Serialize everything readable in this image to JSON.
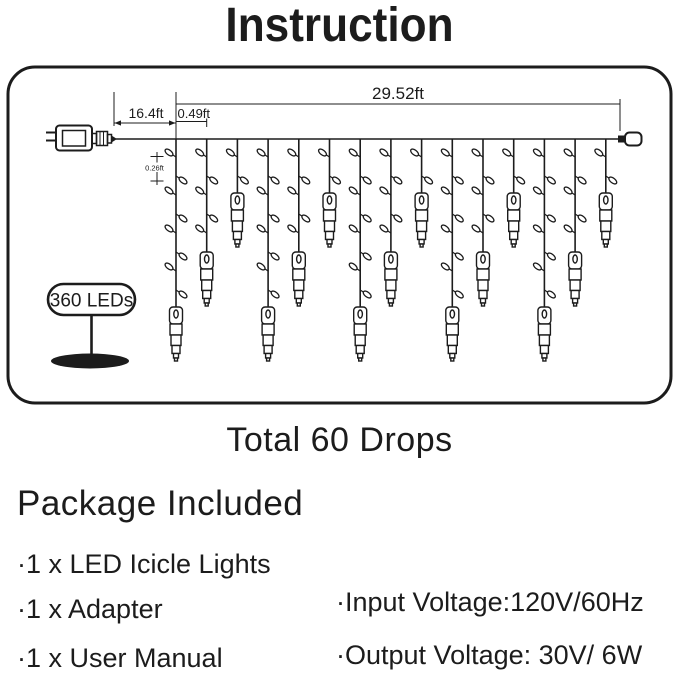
{
  "title": "Instruction",
  "diagram": {
    "total_width_label": "29.52ft",
    "lead_wire_label": "16.4ft",
    "drop_spacing_label": "0.49ft",
    "led_spacing_label": "0.26ft",
    "led_count_label": "360 LEDs",
    "drops_shown": 15,
    "drop_pattern": [
      "long",
      "medium",
      "short"
    ]
  },
  "summary": {
    "total_drops_label": "Total 60 Drops"
  },
  "package": {
    "heading": "Package Included",
    "items": [
      {
        "label": "·1 x LED Icicle Lights"
      },
      {
        "label": "·1 x Adapter"
      },
      {
        "label": "·1 x User Manual"
      }
    ]
  },
  "specs": {
    "input_voltage": "·Input Voltage:120V/60Hz",
    "output_voltage": "·Output Voltage: 30V/ 6W"
  },
  "colors": {
    "ink": "#1c1c1c",
    "background": "#ffffff"
  }
}
